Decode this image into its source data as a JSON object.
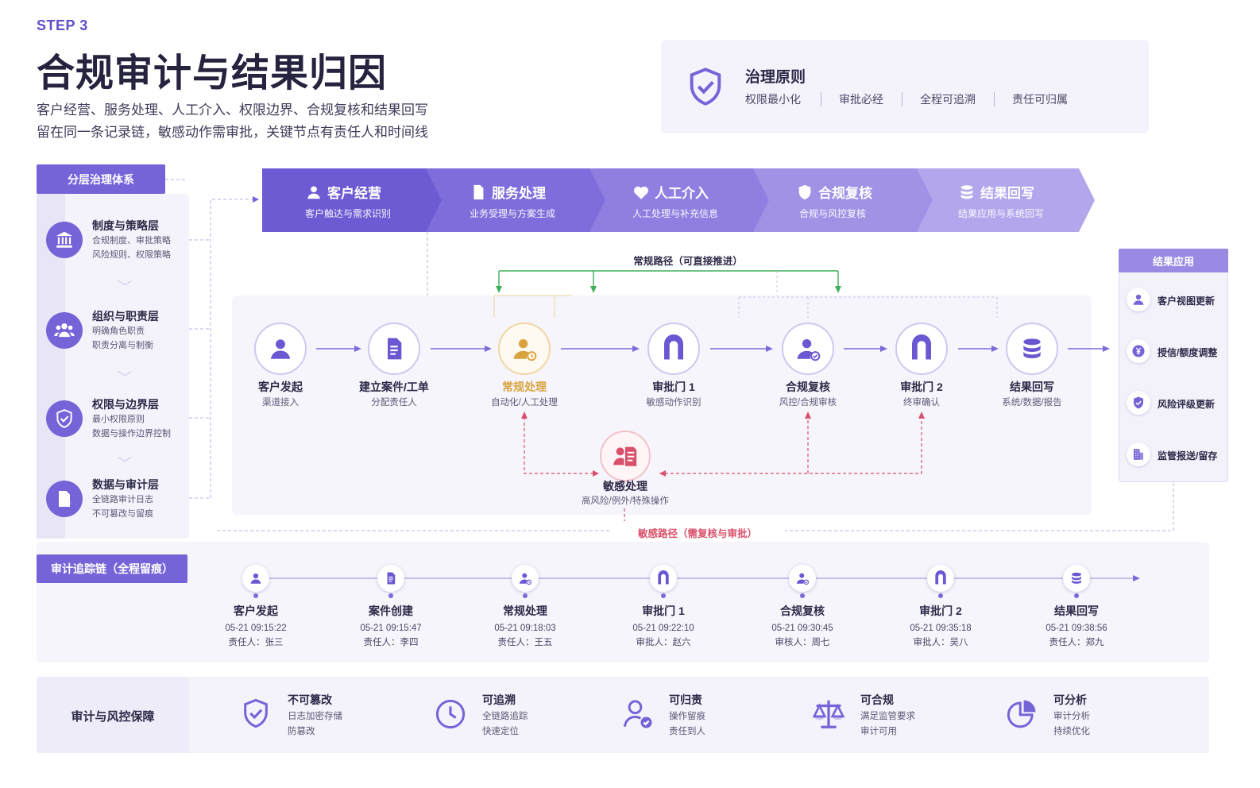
{
  "header": {
    "step": "STEP 3",
    "title": "合规审计与结果归因",
    "subtitle_line1": "客户经营、服务处理、人工介入、权限边界、合规复核和结果回写",
    "subtitle_line2": "留在同一条记录链，敏感动作需审批，关键节点有责任人和时间线"
  },
  "principles": {
    "title": "治理原则",
    "items": [
      "权限最小化",
      "审批必经",
      "全程可追溯",
      "责任可归属"
    ]
  },
  "layers": {
    "header": "分层治理体系",
    "items": [
      {
        "title": "制度与策略层",
        "line1": "合规制度、审批策略",
        "line2": "风险规则、权限策略",
        "icon": "bank-icon"
      },
      {
        "title": "组织与职责层",
        "line1": "明确角色职责",
        "line2": "职责分离与制衡",
        "icon": "users-icon"
      },
      {
        "title": "权限与边界层",
        "line1": "最小权限原则",
        "line2": "数据与操作边界控制",
        "icon": "shield-icon"
      },
      {
        "title": "数据与审计层",
        "line1": "全链路审计日志",
        "line2": "不可篡改与留痕",
        "icon": "audit-log-icon"
      }
    ]
  },
  "stages": [
    {
      "title": "客户经营",
      "sub": "客户触达与需求识别",
      "icon": "person-icon"
    },
    {
      "title": "服务处理",
      "sub": "业务受理与方案生成",
      "icon": "document-icon"
    },
    {
      "title": "人工介入",
      "sub": "人工处理与补充信息",
      "icon": "handshake-icon"
    },
    {
      "title": "合规复核",
      "sub": "合规与风控复核",
      "icon": "shield-check-icon"
    },
    {
      "title": "结果回写",
      "sub": "结果应用与系统回写",
      "icon": "database-icon"
    }
  ],
  "flow": {
    "normal_route": "常规路径（可直接推进）",
    "sensitive_route": "敏感路径（需复核与审批）",
    "nodes": [
      {
        "label": "客户发起",
        "sub": "渠道接入",
        "icon": "person-icon"
      },
      {
        "label": "建立案件/工单",
        "sub": "分配责任人",
        "icon": "document-icon"
      },
      {
        "label": "常规处理",
        "sub": "自动化/人工处理",
        "icon": "agent-icon"
      },
      {
        "label": "审批门 1",
        "sub": "敏感动作识别",
        "icon": "gate-icon"
      },
      {
        "label": "合规复核",
        "sub": "风控/合规审核",
        "icon": "reviewer-icon"
      },
      {
        "label": "审批门 2",
        "sub": "终审确认",
        "icon": "gate-icon"
      },
      {
        "label": "结果回写",
        "sub": "系统/数据/报告",
        "icon": "database-icon"
      }
    ],
    "sensitive": {
      "label": "敏感处理",
      "sub": "高风险/例外/特殊操作",
      "icon": "sensitive-doc-icon"
    }
  },
  "results": {
    "header": "结果应用",
    "items": [
      {
        "label": "客户视图更新",
        "icon": "person-icon"
      },
      {
        "label": "授信/额度调整",
        "icon": "yen-icon"
      },
      {
        "label": "风险评级更新",
        "icon": "shield-check-icon"
      },
      {
        "label": "监管报送/留存",
        "icon": "building-icon"
      }
    ]
  },
  "audit": {
    "header": "审计追踪链（全程留痕）",
    "items": [
      {
        "label": "客户发起",
        "time": "05-21 09:15:22",
        "owner": "责任人：张三",
        "icon": "person-icon"
      },
      {
        "label": "案件创建",
        "time": "05-21 09:15:47",
        "owner": "责任人：李四",
        "icon": "document-icon"
      },
      {
        "label": "常规处理",
        "time": "05-21 09:18:03",
        "owner": "责任人：王五",
        "icon": "agent-icon"
      },
      {
        "label": "审批门 1",
        "time": "05-21 09:22:10",
        "owner": "审批人：赵六",
        "icon": "gate-icon"
      },
      {
        "label": "合规复核",
        "time": "05-21 09:30:45",
        "owner": "审核人：周七",
        "icon": "reviewer-icon"
      },
      {
        "label": "审批门 2",
        "time": "05-21 09:35:18",
        "owner": "审批人：吴八",
        "icon": "gate-icon"
      },
      {
        "label": "结果回写",
        "time": "05-21 09:38:56",
        "owner": "责任人：郑九",
        "icon": "database-icon"
      }
    ]
  },
  "guarantee": {
    "title": "审计与风控保障",
    "items": [
      {
        "title": "不可篡改",
        "line1": "日志加密存储",
        "line2": "防篡改",
        "icon": "shield-check-icon"
      },
      {
        "title": "可追溯",
        "line1": "全链路追踪",
        "line2": "快速定位",
        "icon": "clock-icon"
      },
      {
        "title": "可归责",
        "line1": "操作留痕",
        "line2": "责任到人",
        "icon": "user-check-icon"
      },
      {
        "title": "可合规",
        "line1": "满足监管要求",
        "line2": "审计可用",
        "icon": "scale-icon"
      },
      {
        "title": "可分析",
        "line1": "审计分析",
        "line2": "持续优化",
        "icon": "pie-chart-icon"
      }
    ]
  },
  "colors": {
    "accent": "#7563d8",
    "accent_light": "#cfc8f0",
    "normal_route": "#3fae5b",
    "sensitive_route": "#d9506a",
    "highlight": "#d9a440"
  }
}
